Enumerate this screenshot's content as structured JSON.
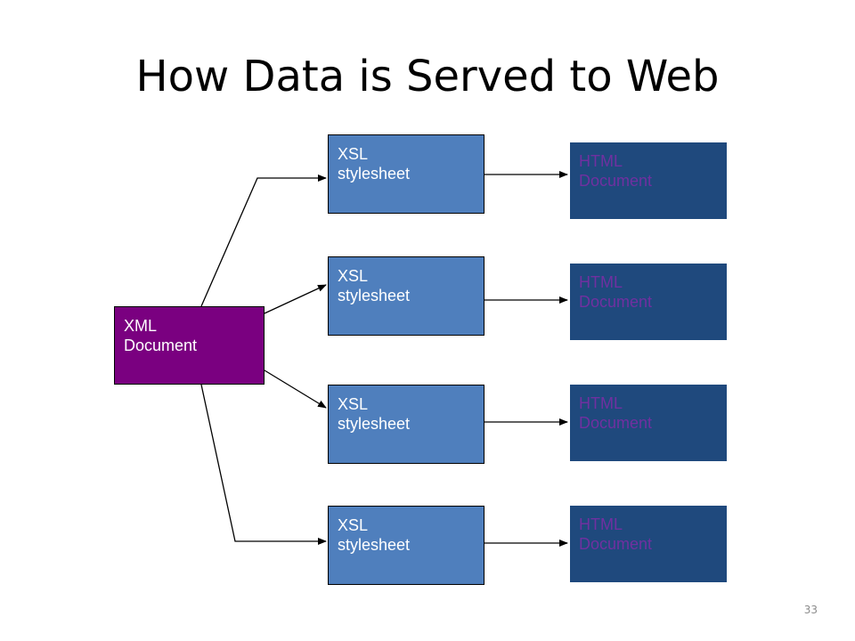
{
  "title": "How Data is Served to Web",
  "page_number": "33",
  "diagram": {
    "source": {
      "line1": "XML",
      "line2": "Document",
      "color": "#7a0080"
    },
    "stylesheets": [
      {
        "line1": "XSL",
        "line2": "stylesheet"
      },
      {
        "line1": "XSL",
        "line2": "stylesheet"
      },
      {
        "line1": "XSL",
        "line2": "stylesheet"
      },
      {
        "line1": "XSL",
        "line2": "stylesheet"
      }
    ],
    "outputs": [
      {
        "line1": "HTML",
        "line2": "Document"
      },
      {
        "line1": "HTML",
        "line2": "Document"
      },
      {
        "line1": "HTML",
        "line2": "Document"
      },
      {
        "line1": "HTML",
        "line2": "Document"
      }
    ],
    "colors": {
      "stylesheet_fill": "#4f7fbd",
      "output_fill": "#1f497d",
      "output_text": "#7030a0",
      "connector": "#000000"
    }
  }
}
